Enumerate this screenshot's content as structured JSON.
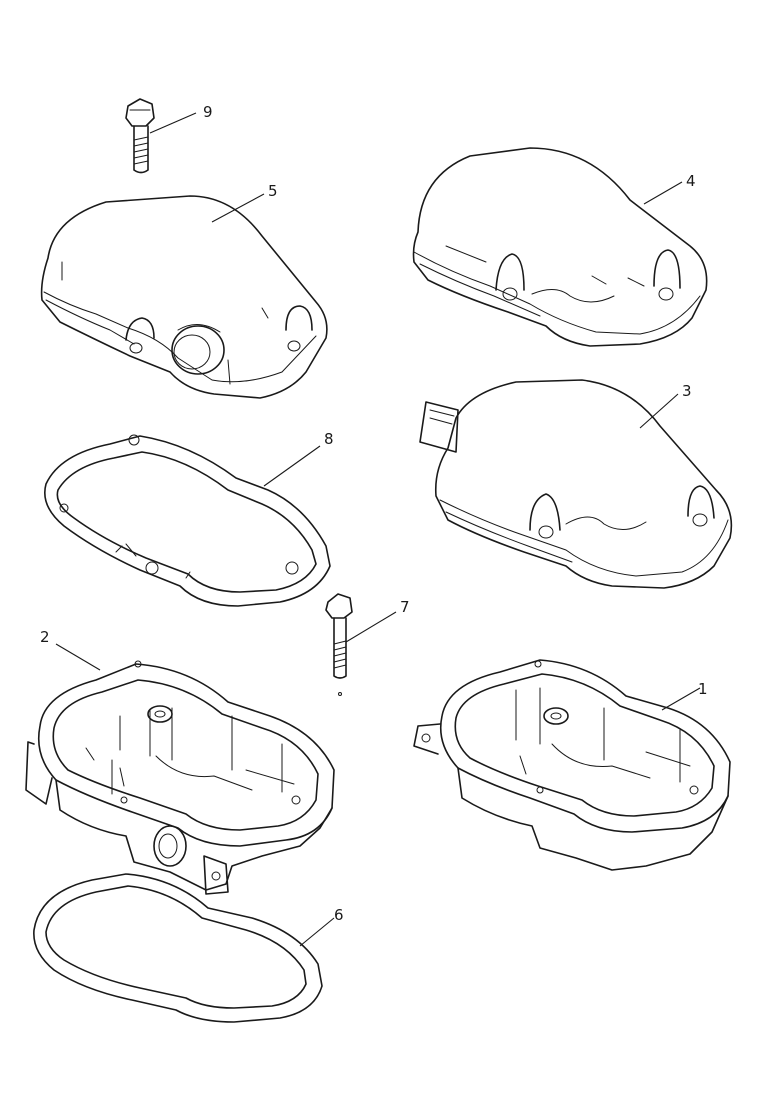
{
  "callouts": {
    "part_1": "1",
    "part_2": "2",
    "part_3": "3",
    "part_4": "4",
    "part_5": "5",
    "part_6": "6",
    "part_7": "7",
    "part_8": "8",
    "part_9": "9"
  },
  "colors": {
    "line": "#1a1a1a",
    "background": "#ffffff"
  }
}
